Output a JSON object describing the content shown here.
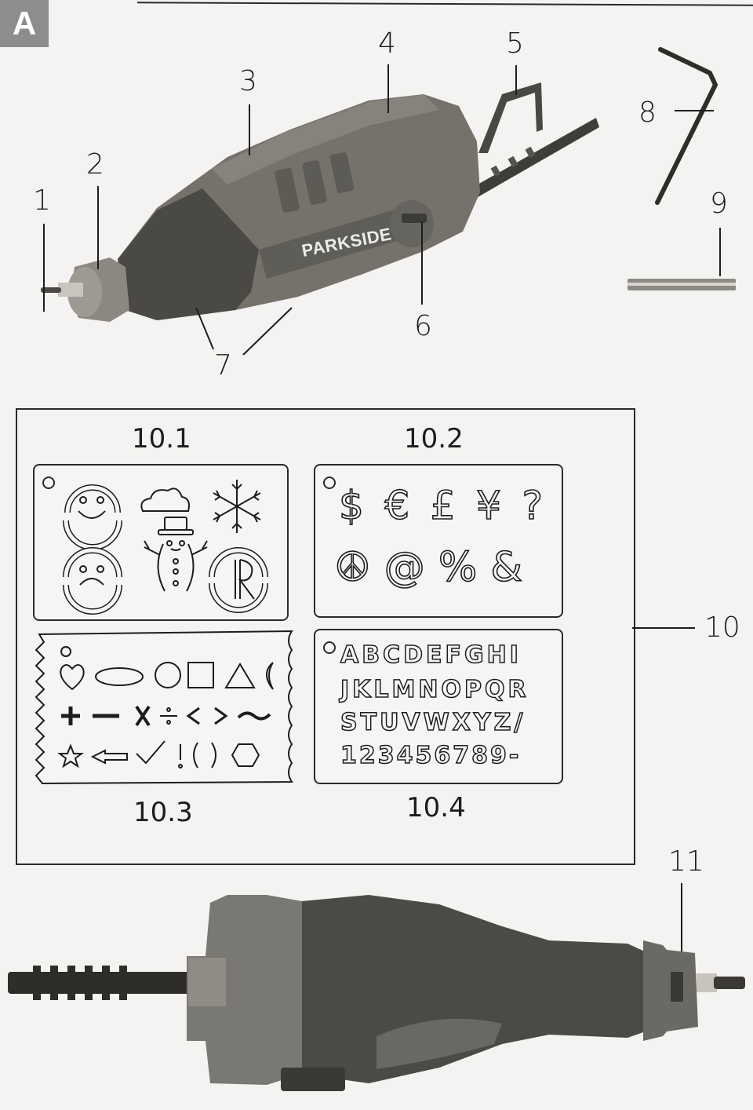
{
  "figure": {
    "tag": "A",
    "brand_label": "PARKSIDE"
  },
  "callouts": {
    "c1": "1",
    "c2": "2",
    "c3": "3",
    "c4": "4",
    "c5": "5",
    "c6": "6",
    "c7": "7",
    "c8": "8",
    "c9": "9",
    "c10": "10",
    "c11": "11"
  },
  "stencils": {
    "s1": {
      "label": "10.1",
      "items": [
        "smiley-face",
        "cloud",
        "snowflake",
        "sad-face",
        "snowman",
        "registered-R"
      ]
    },
    "s2": {
      "label": "10.2",
      "row1": [
        "$",
        "€",
        "£",
        "¥",
        "?"
      ],
      "row2": [
        "☮",
        "@",
        "%",
        "&"
      ]
    },
    "s3": {
      "label": "10.3",
      "row1": [
        "heart",
        "ellipse",
        "circle",
        "square",
        "triangle",
        "crescent-moon"
      ],
      "row2": [
        "+",
        "—",
        "X",
        "÷",
        "<",
        ">",
        "~"
      ],
      "row3": [
        "☆",
        "⇦",
        "✓",
        "!",
        "(",
        ")",
        "⬡"
      ]
    },
    "s4": {
      "label": "10.4",
      "row1": "ABCDEFGHI",
      "row2": "JKLMNOPQR",
      "row3": "STUVWXYZ/",
      "row4": "123456789-"
    }
  },
  "colors": {
    "paper": "#f4f3f1",
    "ink": "#1d1d1d",
    "tool_body": "#6e6c66",
    "tool_dark": "#3f3d39",
    "tag_bg": "#8d8d8b"
  }
}
